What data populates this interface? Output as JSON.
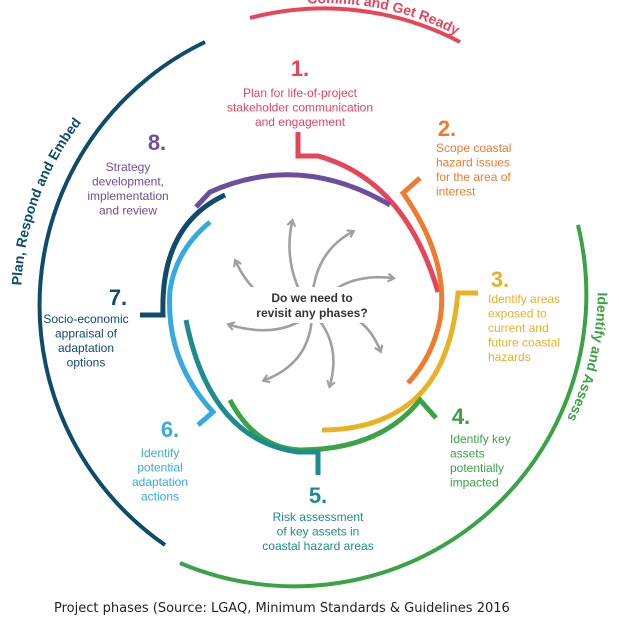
{
  "outer_labels": {
    "commit": "Commit and Get Ready",
    "identify": "Identify and Assess",
    "plan": "Plan, Respond and Embed"
  },
  "center_question": [
    "Do we need to",
    "revisit any phases?"
  ],
  "phases": [
    {
      "number": "1.",
      "lines": [
        "Plan for life-of-project",
        "stakeholder communication",
        "and engagement"
      ],
      "color": "#e8445a"
    },
    {
      "number": "2.",
      "lines": [
        "Scope coastal",
        "hazard issues",
        "for the area of",
        "interest"
      ],
      "color": "#ef7b2e"
    },
    {
      "number": "3.",
      "lines": [
        "Identify areas",
        "exposed to",
        "current and",
        "future coastal",
        "hazards"
      ],
      "color": "#e9b225"
    },
    {
      "number": "4.",
      "lines": [
        "Identify key",
        "assets",
        "potentially",
        "impacted"
      ],
      "color": "#3aa346"
    },
    {
      "number": "5.",
      "lines": [
        "Risk assessment",
        "of key assets in",
        "coastal hazard areas"
      ],
      "color": "#1d8c8c"
    },
    {
      "number": "6.",
      "lines": [
        "Identify",
        "potential",
        "adaptation",
        "actions"
      ],
      "color": "#36a9e1"
    },
    {
      "number": "7.",
      "lines": [
        "Socio-economic",
        "appraisal of",
        "adaptation",
        "options"
      ],
      "color": "#0f4c6b"
    },
    {
      "number": "8.",
      "lines": [
        "Strategy",
        "development,",
        "implementation",
        "and review"
      ],
      "color": "#6d4e9e"
    }
  ],
  "colors": {
    "commit": "#e8445a",
    "identify": "#3aa346",
    "plan": "#0f4c6b",
    "arrows": "#a0a0a0"
  },
  "caption": "Project phases (Source: LGAQ, Minimum Standards & Guidelines 2016"
}
